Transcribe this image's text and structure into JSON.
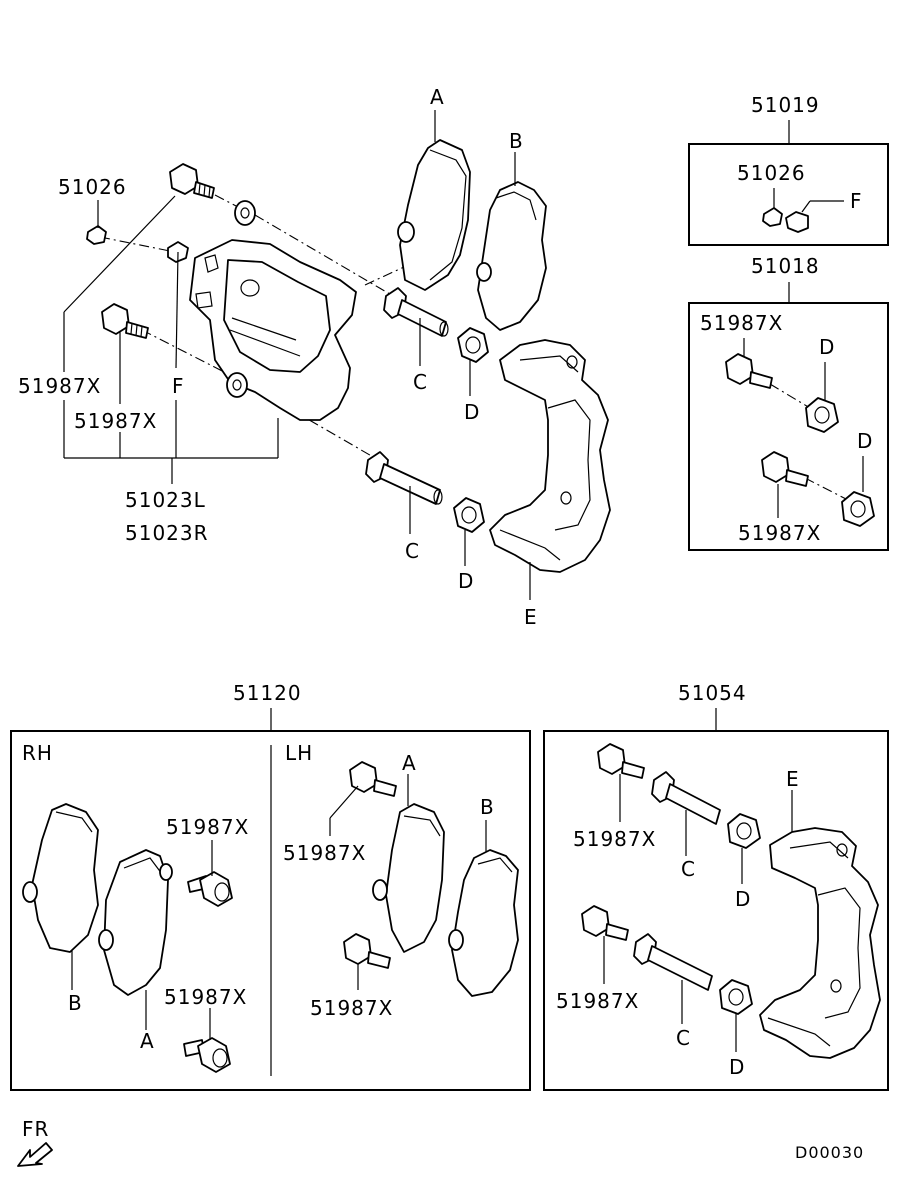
{
  "labels": {
    "kit_51019": "51019",
    "kit_51018": "51018",
    "kit_51120": "51120",
    "kit_51054": "51054",
    "p_51026": "51026",
    "p_51987X": "51987X",
    "p_F": "F",
    "p_A": "A",
    "p_B": "B",
    "p_C": "C",
    "p_D": "D",
    "p_E": "E",
    "p_51023L": "51023L",
    "p_51023R": "51023R",
    "rh": "RH",
    "lh": "LH",
    "fr": "FR",
    "diagram_code": "D00030"
  }
}
